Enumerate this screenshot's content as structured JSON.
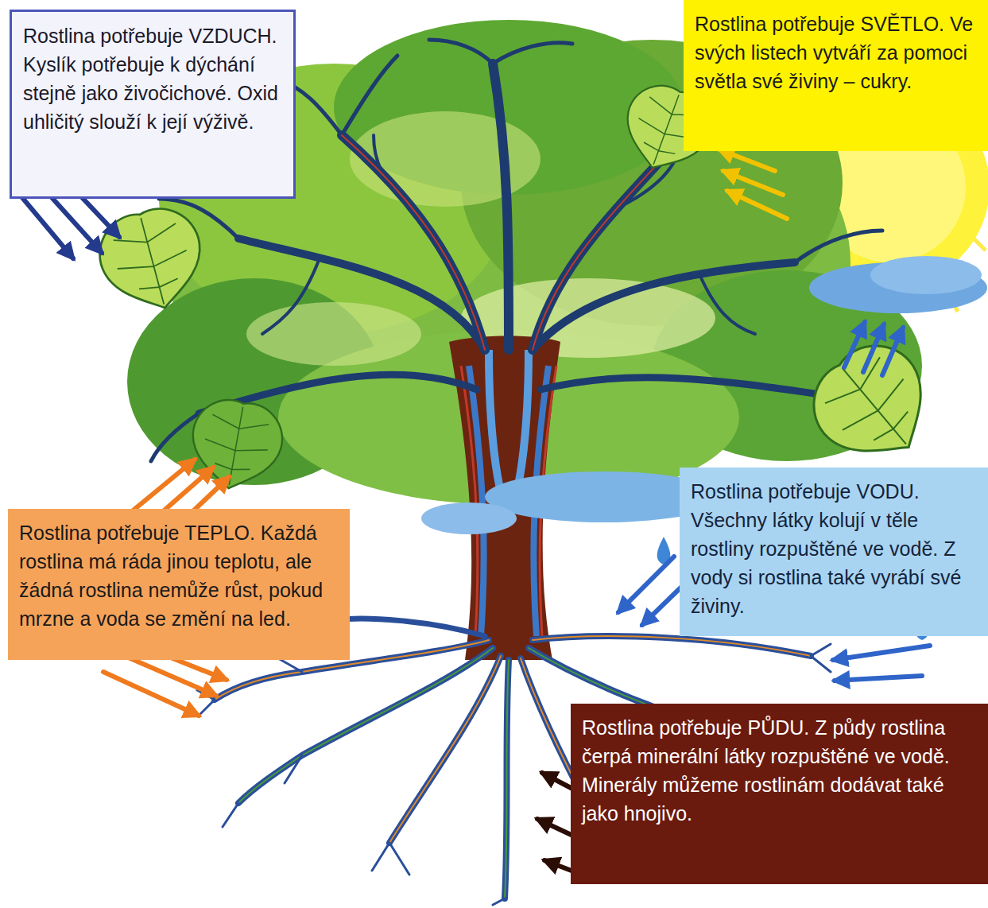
{
  "diagram": {
    "nodes": [
      {
        "text": [
          "Rostlina potřebuje VZDUCH. Kyslík potřebuje k dýchání stejně jako živočichové. Oxid uhličitý slouží k její výživě."
        ]
      },
      {
        "text": [
          "Rostlina potřebuje SVĚTLO. Ve svých listech vytváří za pomoci světla své živiny – cukry."
        ]
      },
      {
        "text": [
          "Rostlina potřebuje TEPLO. Každá rostlina má ráda jinou teplotu, ale žádná rostlina nemůže růst, pokud mrzne a voda se změní na led."
        ]
      },
      {
        "text": [
          "Rostlina potřebuje VODU. Všechny látky kolují v těle rostliny rozpuštěné ve vodě. Z vody si rostlina také vyrábí své živiny."
        ]
      },
      {
        "text": [
          "Rostlina potřebuje PŮDU. Z půdy rostlina čerpá minerální látky rozpuštěné ve vodě. Minerály můžeme rostlinám dodávat také jako hnojivo."
        ]
      }
    ]
  }
}
